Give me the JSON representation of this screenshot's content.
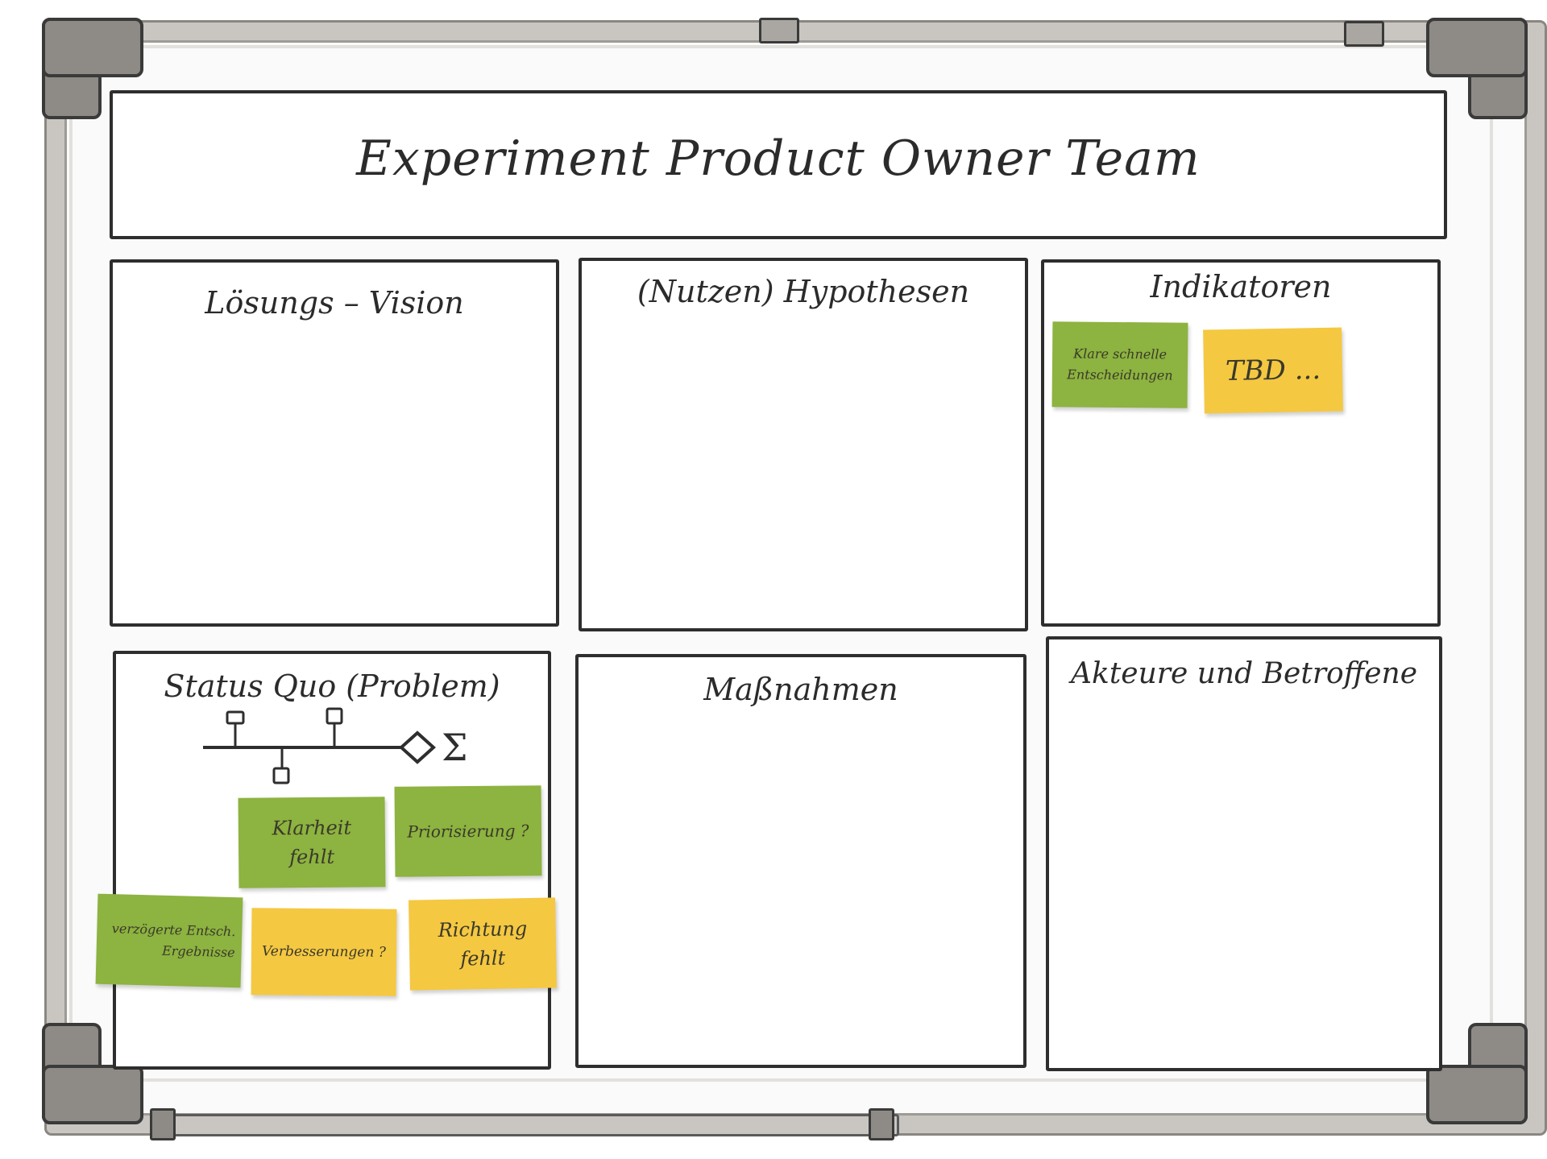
{
  "board": {
    "title": "Experiment Product Owner Team"
  },
  "sections": {
    "vision": {
      "heading": "Lösungs – Vision"
    },
    "hypotheses": {
      "heading": "(Nutzen) Hypothesen"
    },
    "indicators": {
      "heading": "Indikatoren",
      "notes": [
        {
          "text": "Klare schnelle Entscheidungen",
          "color": "#8db340"
        },
        {
          "text": "TBD ...",
          "color": "#f5c842"
        }
      ]
    },
    "status_quo": {
      "heading": "Status Quo (Problem)",
      "diagram_symbol": "Σ",
      "notes": [
        {
          "text": "Klarheit fehlt",
          "color": "#8db340"
        },
        {
          "text": "Priorisierung ?",
          "color": "#8db340"
        },
        {
          "text": "verzögerte Entsch. Ergebnisse",
          "color": "#8db340"
        },
        {
          "text": "Verbesserungen ?",
          "color": "#f5c842"
        },
        {
          "text": "Richtung fehlt",
          "color": "#f5c842"
        }
      ]
    },
    "measures": {
      "heading": "Maßnahmen"
    },
    "actors": {
      "heading": "Akteure und Betroffene"
    }
  }
}
